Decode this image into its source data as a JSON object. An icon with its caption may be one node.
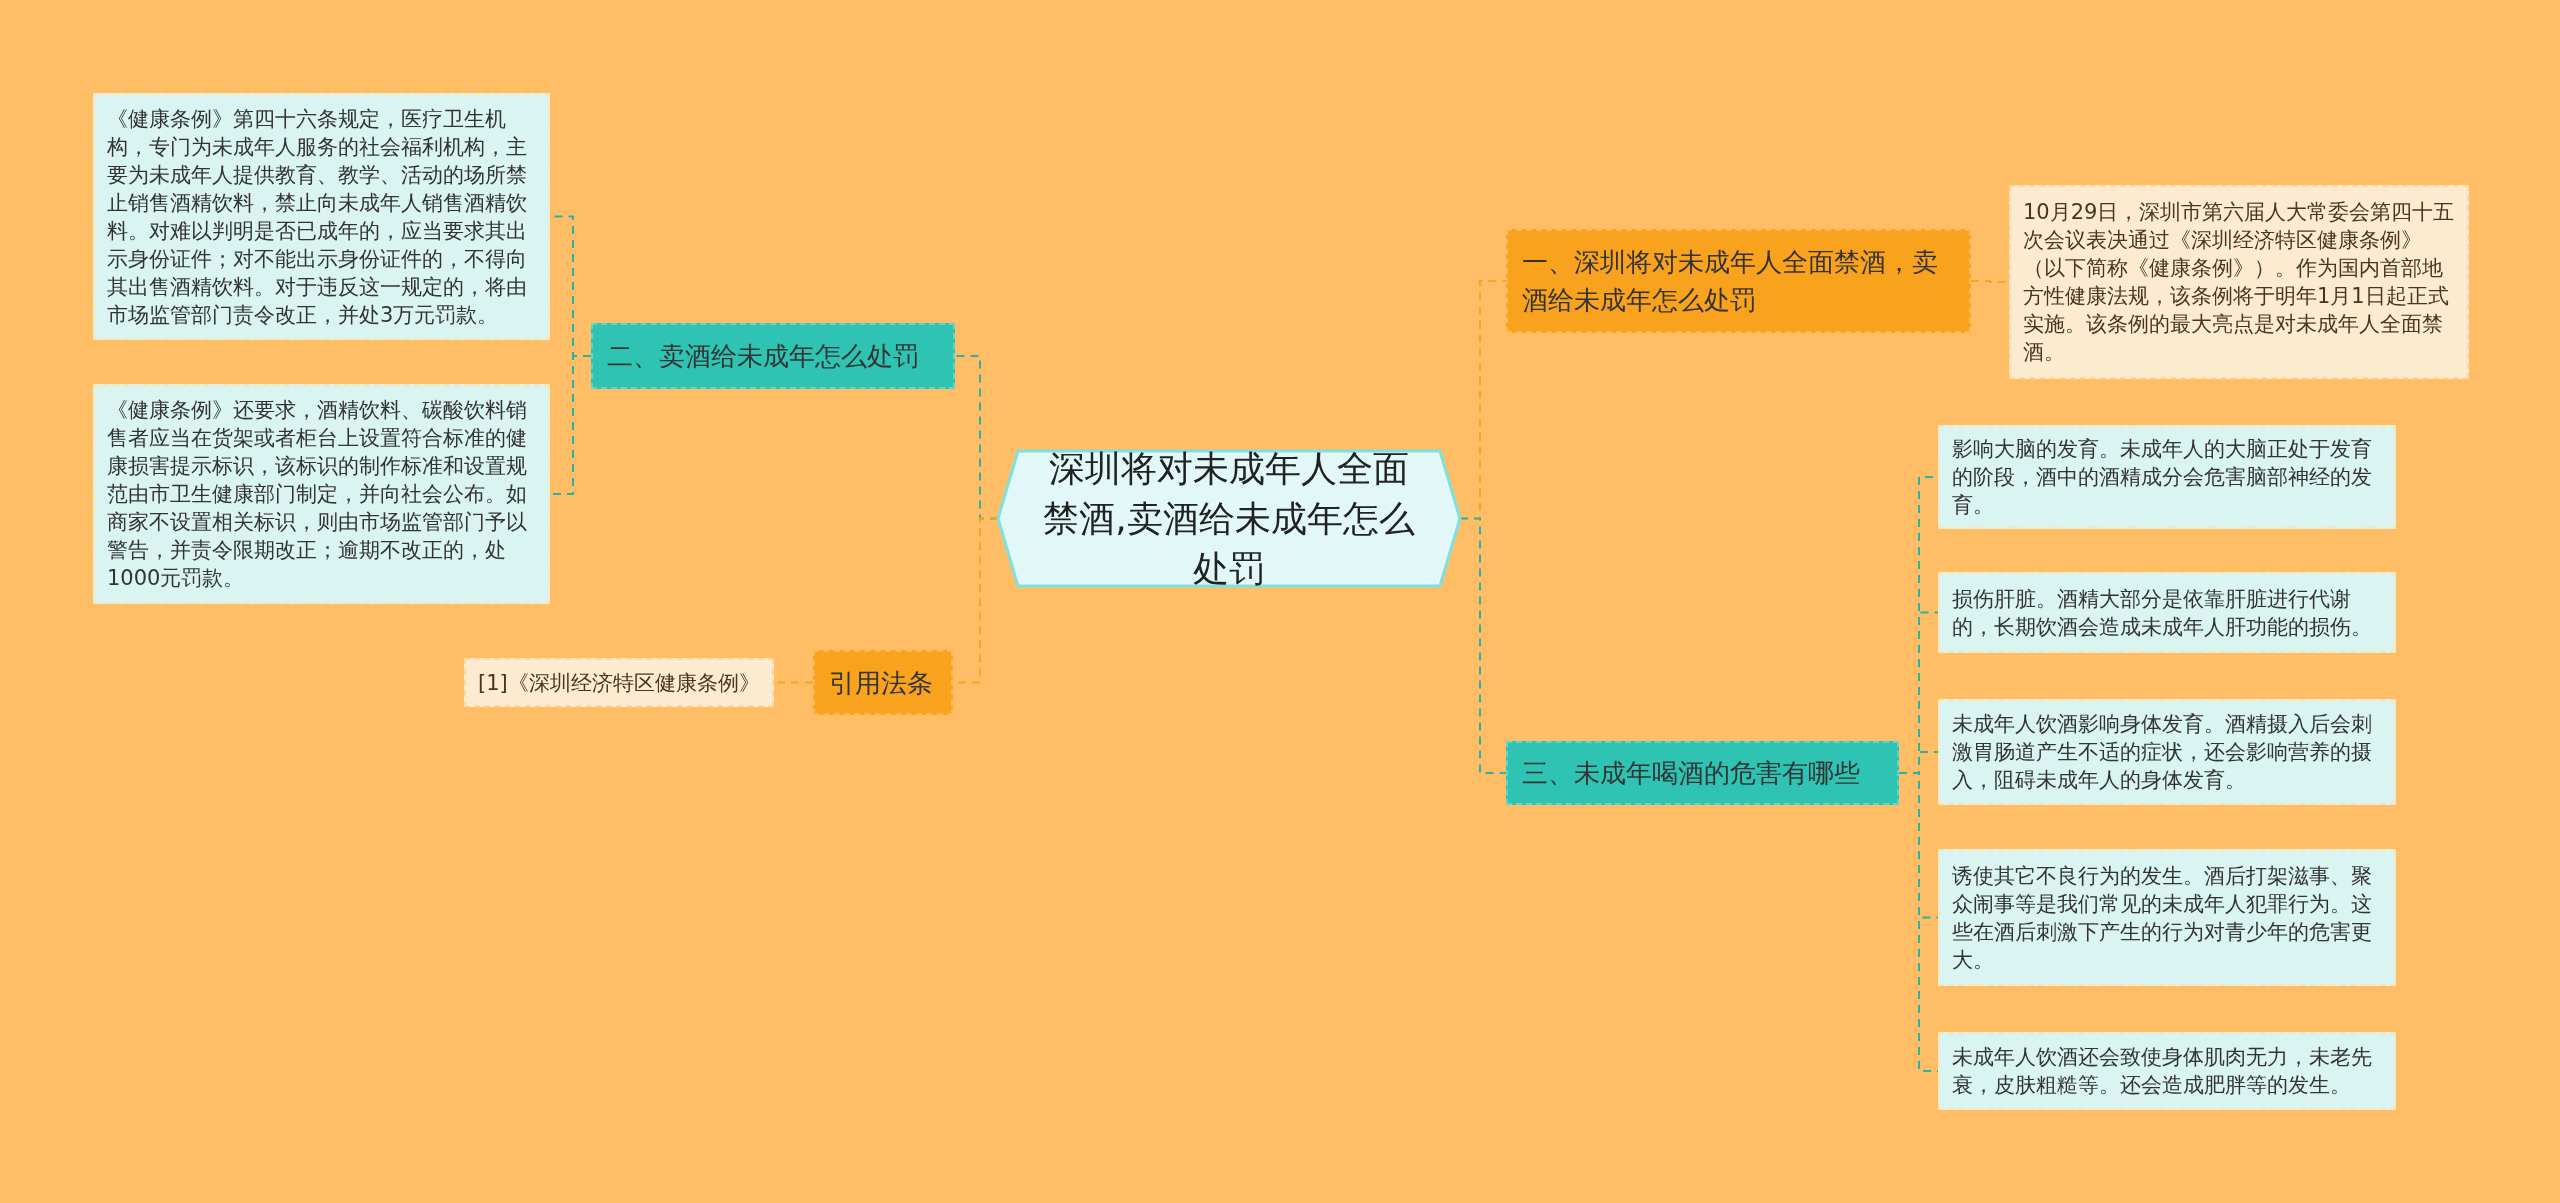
{
  "diagram": {
    "nodes": [
      {
        "text": [
          "深圳将对未成年人全面禁酒,卖酒给未成年怎么处罚"
        ]
      },
      {
        "text": [
          "二、卖酒给未成年怎么处罚"
        ]
      },
      {
        "text": [
          "《健康条例》第四十六条规定，医疗卫生机构，专门为未成年人服务的社会福利机构，主要为未成年人提供教育、教学、活动的场所禁止销售酒精饮料，禁止向未成年人销售酒精饮料。对难以判明是否已成年的，应当要求其出示身份证件；对不能出示身份证件的，不得向其出售酒精饮料。对于违反这一规定的，将由市场监管部门责令改正，并处3万元罚款。"
        ]
      },
      {
        "text": [
          "《健康条例》还要求，酒精饮料、碳酸饮料销售者应当在货架或者柜台上设置符合标准的健康损害提示标识，该标识的制作标准和设置规范由市卫生健康部门制定，并向社会公布。如商家不设置相关标识，则由市场监管部门予以警告，并责令限期改正；逾期不改正的，处1000元罚款。"
        ]
      },
      {
        "text": [
          "引用法条"
        ]
      },
      {
        "text": [
          "[1]《深圳经济特区健康条例》"
        ]
      },
      {
        "text": [
          "一、深圳将对未成年人全面禁酒，卖酒给未成年怎么处罚"
        ]
      },
      {
        "text": [
          "10月29日，深圳市第六届人大常委会第四十五次会议表决通过《深圳经济特区健康条例》（以下简称《健康条例》）。作为国内首部地方性健康法规，该条例将于明年1月1日起正式实施。该条例的最大亮点是对未成年人全面禁酒。"
        ]
      },
      {
        "text": [
          "三、未成年喝酒的危害有哪些"
        ]
      },
      {
        "text": [
          "影响大脑的发育。未成年人的大脑正处于发育的阶段，酒中的酒精成分会危害脑部神经的发育。"
        ]
      },
      {
        "text": [
          "损伤肝脏。酒精大部分是依靠肝脏进行代谢的，长期饮酒会造成未成年人肝功能的损伤。"
        ]
      },
      {
        "text": [
          "未成年人饮酒影响身体发育。酒精摄入后会刺激胃肠道产生不适的症状，还会影响营养的摄入，阻碍未成年人的身体发育。"
        ]
      },
      {
        "text": [
          "诱使其它不良行为的发生。酒后打架滋事、聚众闹事等是我们常见的未成年人犯罪行为。这些在酒后刺激下产生的行为对青少年的危害更大。"
        ]
      },
      {
        "text": [
          "未成年人饮酒还会致使身体肌肉无力，未老先衰，皮肤粗糙等。还会造成肥胖等的发生。"
        ]
      }
    ],
    "edges": [
      {
        "from": 0,
        "to": 1,
        "arrow": "none"
      },
      {
        "from": 1,
        "to": 2,
        "arrow": "none"
      },
      {
        "from": 1,
        "to": 3,
        "arrow": "none"
      },
      {
        "from": 0,
        "to": 4,
        "arrow": "none",
        "color": "#f5a623"
      },
      {
        "from": 4,
        "to": 5,
        "arrow": "none",
        "color": "#f5a623"
      },
      {
        "from": 0,
        "to": 6,
        "arrow": "none",
        "color": "#f5a623"
      },
      {
        "from": 6,
        "to": 7,
        "arrow": "none",
        "color": "#f5a623"
      },
      {
        "from": 0,
        "to": 8,
        "arrow": "none"
      },
      {
        "from": 8,
        "to": 9,
        "arrow": "none"
      },
      {
        "from": 8,
        "to": 10,
        "arrow": "none"
      },
      {
        "from": 8,
        "to": 11,
        "arrow": "none"
      },
      {
        "from": 8,
        "to": 12,
        "arrow": "none"
      },
      {
        "from": 8,
        "to": 13,
        "arrow": "none"
      }
    ]
  }
}
